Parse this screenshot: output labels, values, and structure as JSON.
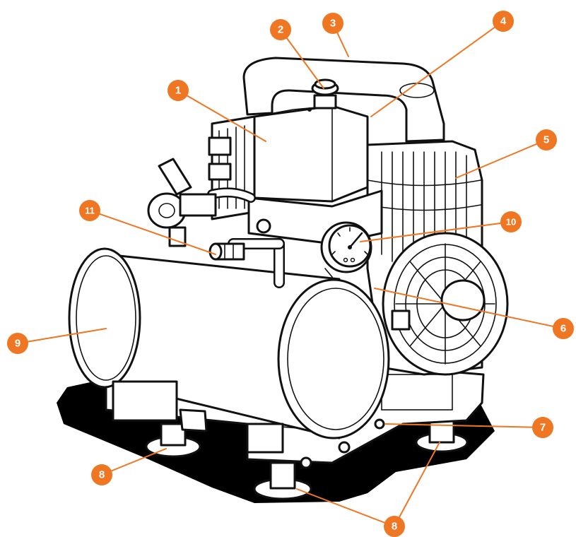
{
  "diagram": {
    "accent_color": "#ef7622",
    "callouts": [
      {
        "id": "1",
        "label": "1"
      },
      {
        "id": "2",
        "label": "2"
      },
      {
        "id": "3",
        "label": "3"
      },
      {
        "id": "4",
        "label": "4"
      },
      {
        "id": "5",
        "label": "5"
      },
      {
        "id": "6",
        "label": "6"
      },
      {
        "id": "7",
        "label": "7"
      },
      {
        "id": "8a",
        "label": "8"
      },
      {
        "id": "8b",
        "label": "8"
      },
      {
        "id": "9",
        "label": "9"
      },
      {
        "id": "10",
        "label": "10"
      },
      {
        "id": "11",
        "label": "11"
      }
    ]
  }
}
